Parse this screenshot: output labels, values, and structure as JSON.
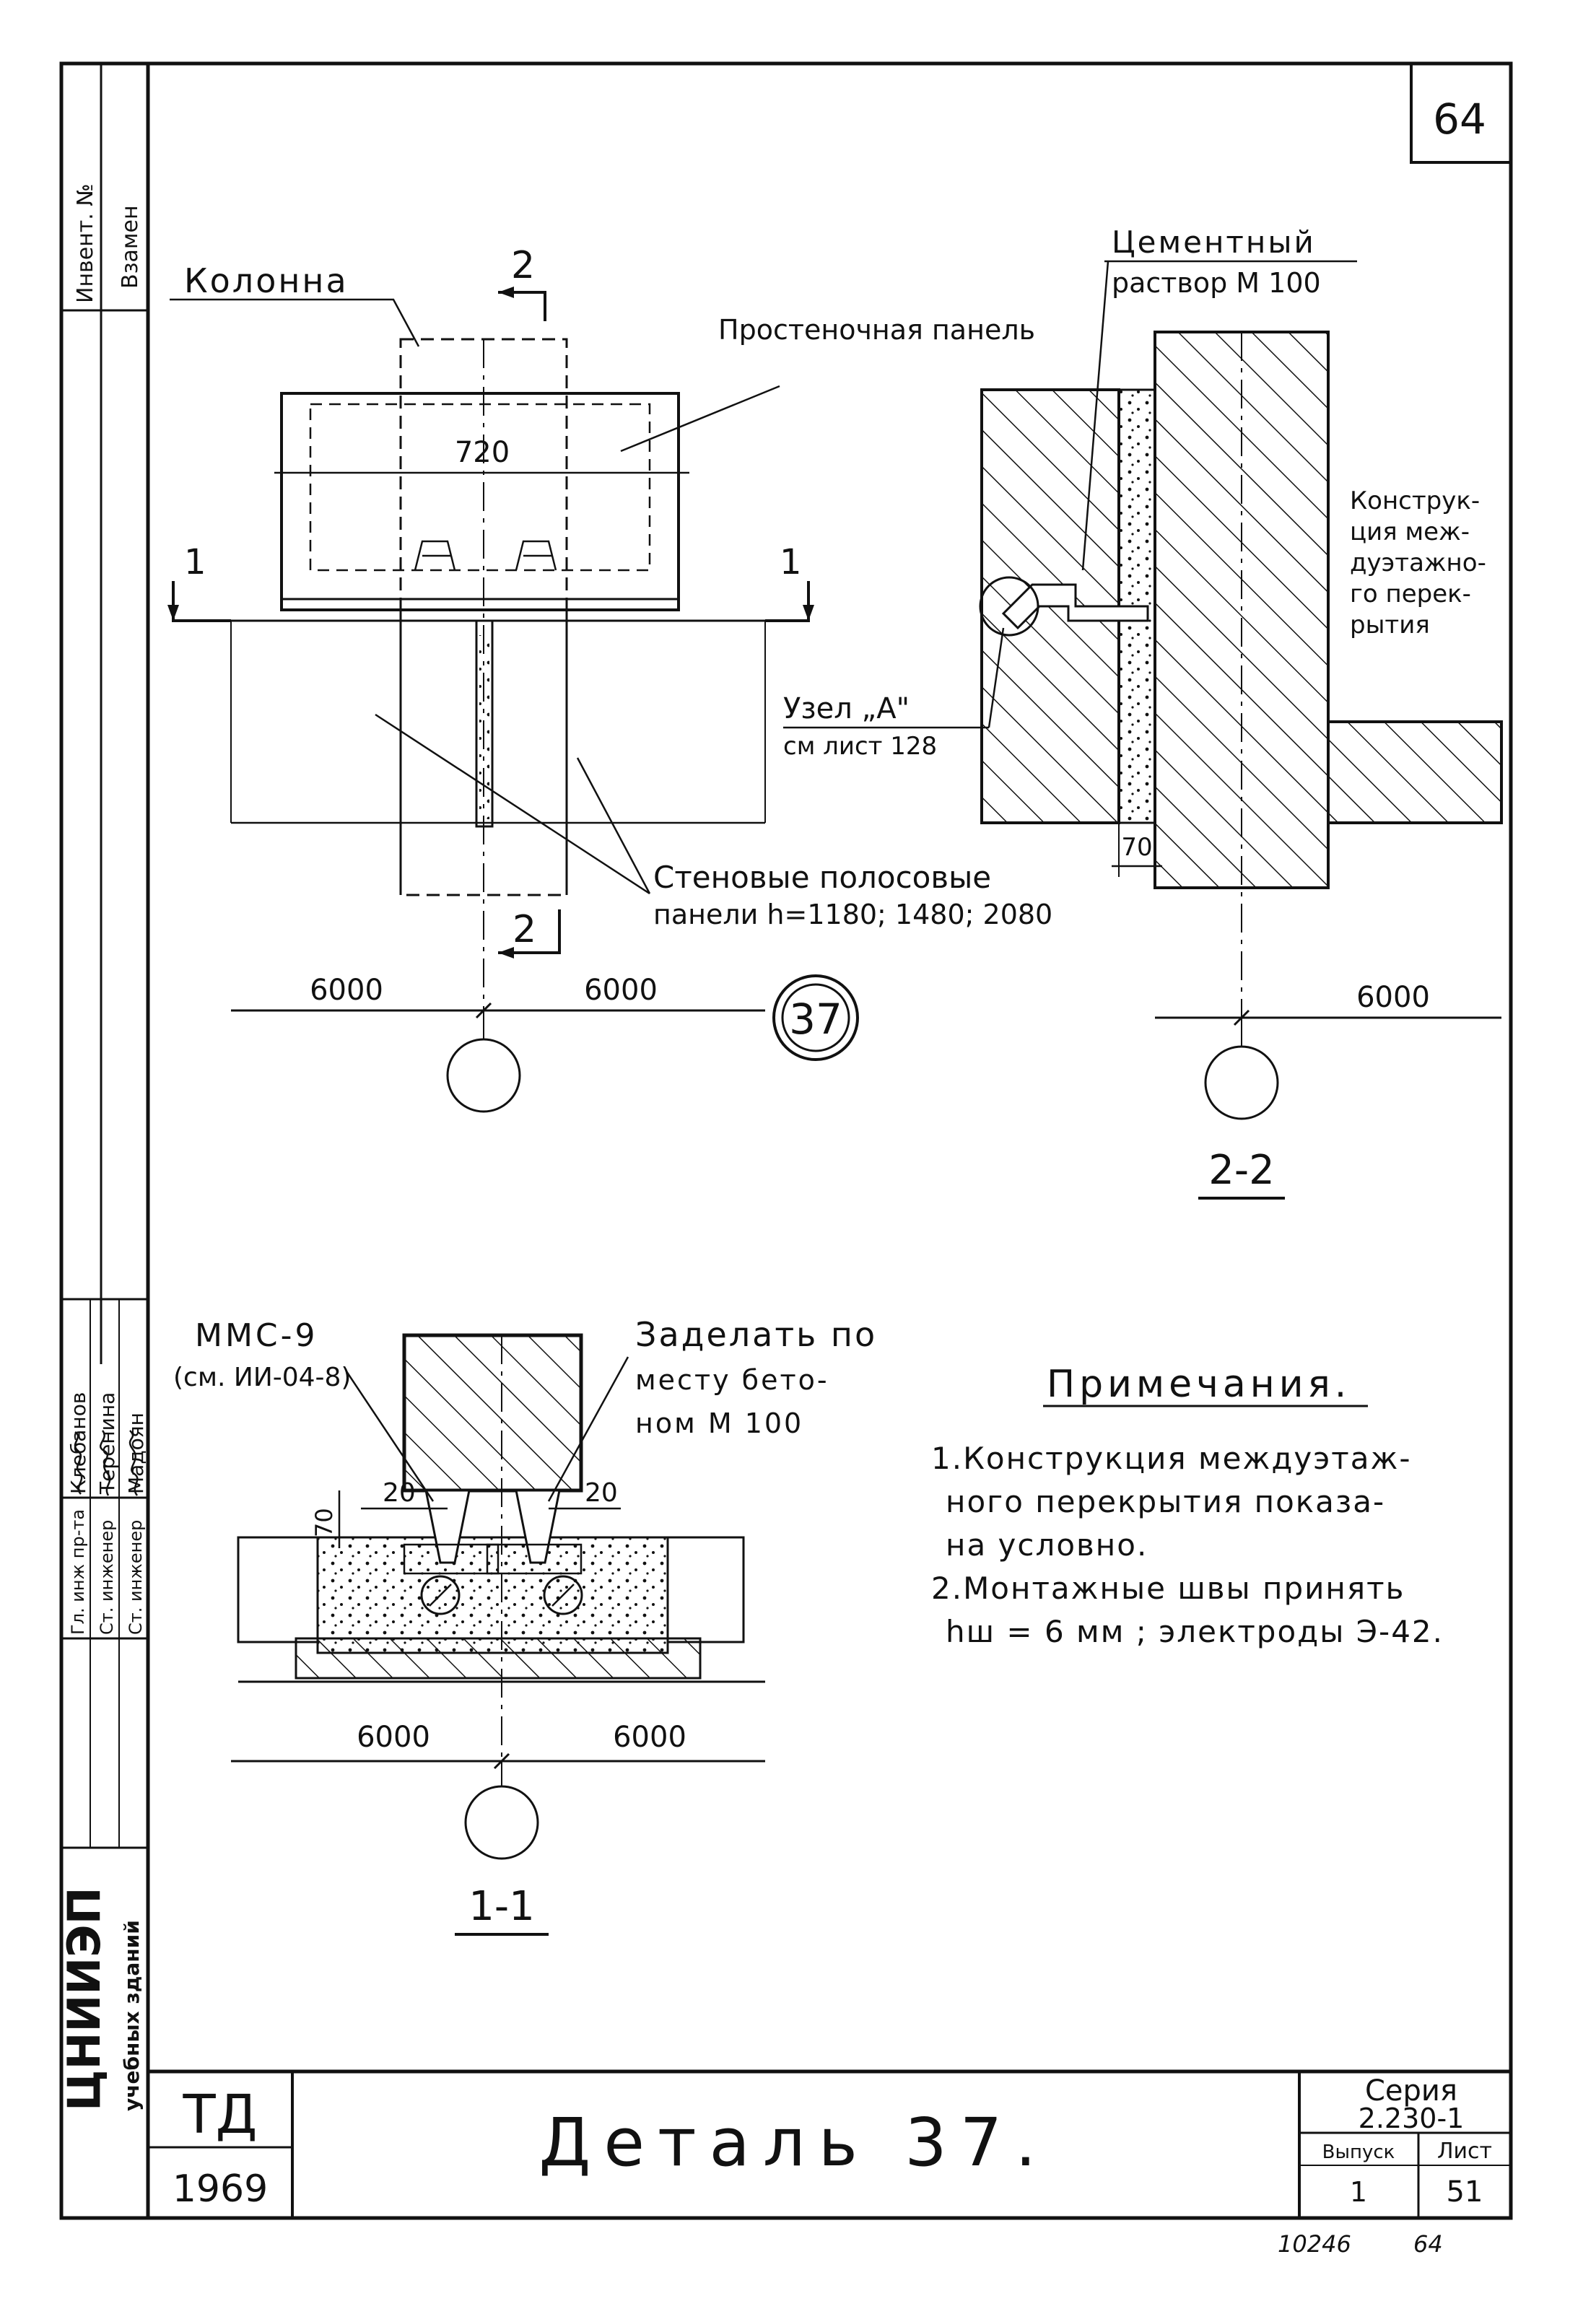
{
  "sheet_number": "64",
  "side_stamp": {
    "inventory_label": "Инвент. №",
    "replaces_label": "Взамен",
    "roles": [
      "Гл. инж пр-та",
      "Ст. инженер",
      "Ст. инженер"
    ],
    "names": [
      "Клебанов",
      "Теренина",
      "Мадоян"
    ],
    "institute": "ЦНИИЭП",
    "institute_sub": "учебных зданий"
  },
  "plan_37": {
    "label_column": "Колонна",
    "label_panel": "Простеночная панель",
    "dim_720": "720",
    "section_1": "1",
    "section_2": "2",
    "label_wall_panels_1": "Стеновые полосовые",
    "label_wall_panels_2": "панели h=1180; 1480; 2080",
    "dim_left": "6000",
    "dim_right": "6000",
    "node_number": "37"
  },
  "section_2_2": {
    "label_mortar_1": "Цементный",
    "label_mortar_2": "раствор М 100",
    "label_floor_1": "Конструк-",
    "label_floor_2": "ция меж-",
    "label_floor_3": "дуэтажно-",
    "label_floor_4": "го перек-",
    "label_floor_5": "рытия",
    "label_node_1": "Узел „А\"",
    "label_node_2": "см лист 128",
    "dim_70": "70",
    "dim": "6000",
    "title": "2-2"
  },
  "section_1_1": {
    "label_mmc_1": "ММС-9",
    "label_mmc_2": "(см. ИИ-04-8)",
    "label_fill_1": "Заделать по",
    "label_fill_2": "месту бето-",
    "label_fill_3": "ном М 100",
    "dim_70": "70",
    "dim_20_left": "20",
    "dim_20_right": "20",
    "dim_left": "6000",
    "dim_right": "6000",
    "title": "1-1"
  },
  "notes": {
    "heading": "Примечания.",
    "lines": [
      "1.Конструкция междуэтаж-",
      "ного перекрытия показа-",
      "на условно.",
      "2.Монтажные швы принять",
      "hш = 6 мм ; электроды Э-42."
    ]
  },
  "title_block": {
    "org_code": "ТД",
    "year": "1969",
    "title": "Деталь 37.",
    "series_label": "Серия",
    "series_value": "2.230-1",
    "issue_label": "Выпуск",
    "issue_value": "1",
    "sheet_label": "Лист",
    "sheet_value": "51"
  },
  "footer": {
    "code": "10246",
    "page": "64"
  }
}
